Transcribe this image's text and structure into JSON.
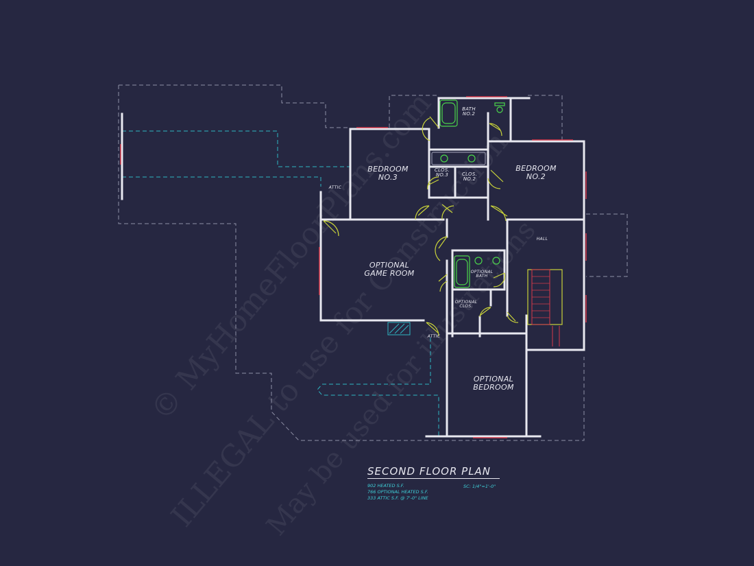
{
  "watermark": {
    "line1": "© MyHomeFloorPlans.com",
    "line2": "ILLEGAL to use for Construction",
    "line3": "May be used for illustrations"
  },
  "rooms": {
    "bedroom3": "BEDROOM\nNO.3",
    "bedroom2": "BEDROOM\nNO.2",
    "bath2": "BATH\nNO.2",
    "clos3": "CLOS.\nNO.3",
    "clos2": "CLOS.\nNO.2",
    "attic_left": "ATTIC",
    "hall": "HALL",
    "game_room": "OPTIONAL\nGAME ROOM",
    "opt_bath": "OPTIONAL\nBATH",
    "opt_clos": "OPTIONAL\nCLOS.",
    "attic_bottom": "ATTIC",
    "opt_bedroom": "OPTIONAL\nBEDROOM"
  },
  "plan": {
    "title": "SECOND FLOOR PLAN",
    "heated": "902 HEATED S.F.",
    "optional_heated": "766 OPTIONAL HEATED S.F.",
    "attic": "333 ATTIC S.F. @ 7'-0\" LINE",
    "scale": "SC: 1/4\"=1'-0\""
  },
  "colors": {
    "background": "#262741",
    "wall": "#e8e8f0",
    "roof_dash": "#8f90a6",
    "attic_dash": "#2fb7c4",
    "door": "#c9d33a",
    "fixture": "#4bd64b",
    "window": "#d43a4a"
  }
}
